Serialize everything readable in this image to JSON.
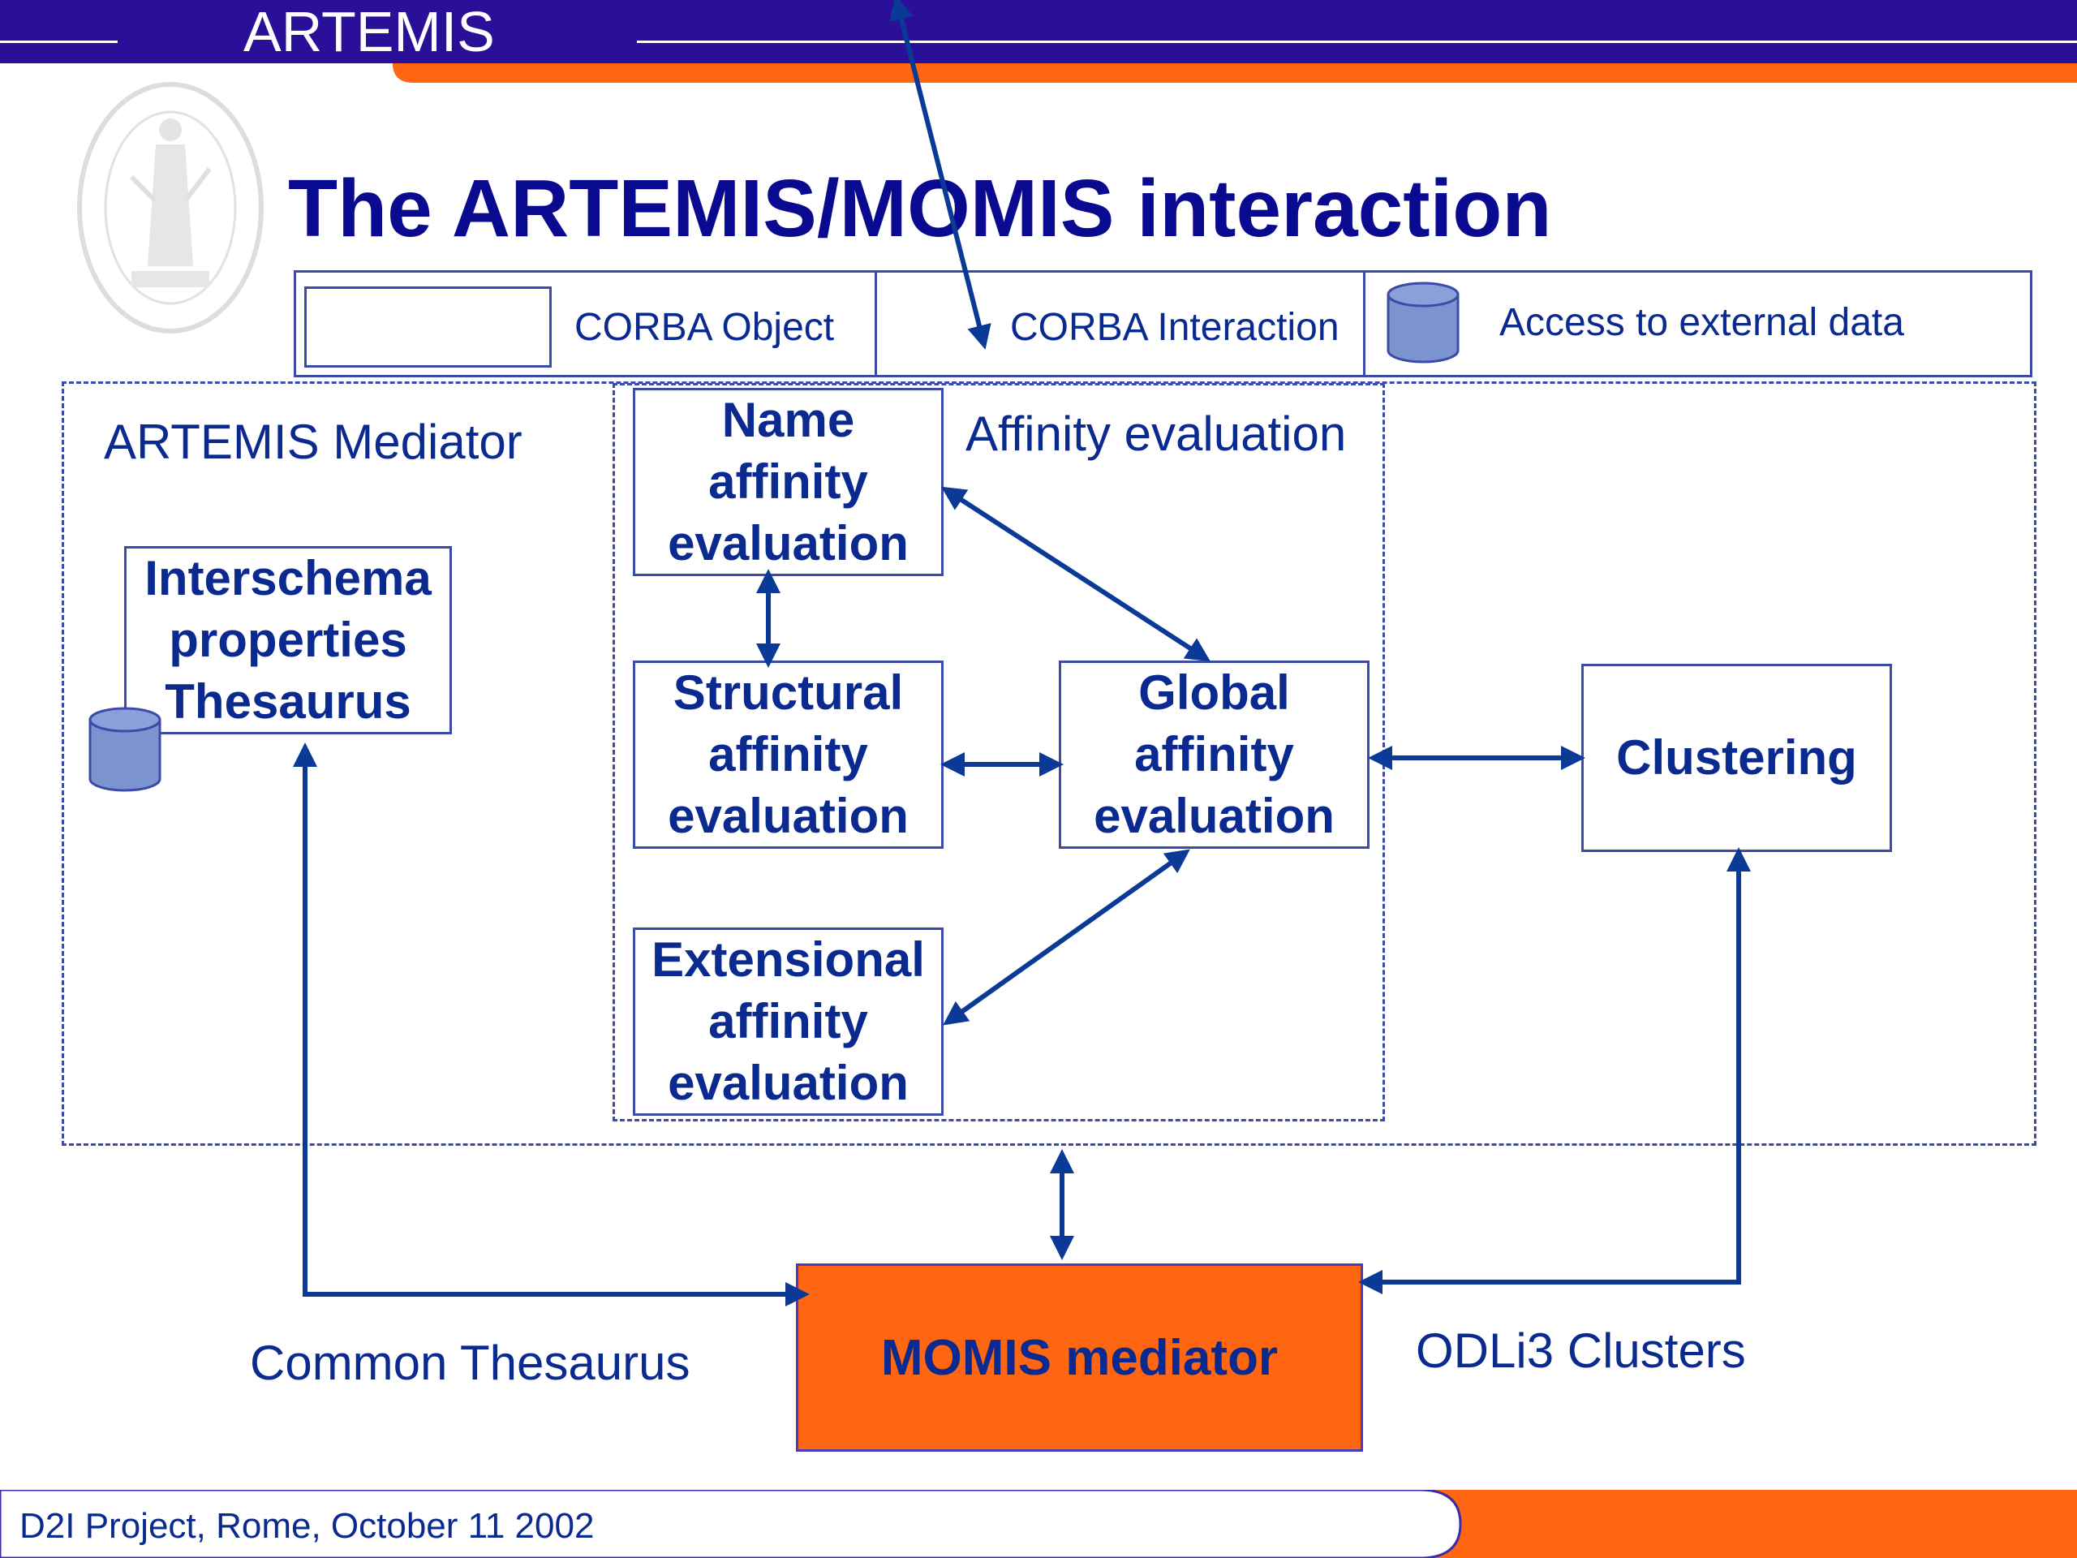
{
  "header": {
    "brand": "ARTEMIS"
  },
  "slide": {
    "title": "The ARTEMIS/MOMIS interaction"
  },
  "legend": {
    "object_label": "CORBA Object",
    "interaction_label": "CORBA Interaction",
    "external_label": "Access to external data"
  },
  "diagram": {
    "artemis_label": "ARTEMIS Mediator",
    "affinity_label": "Affinity evaluation",
    "thesaurus_box": "Interschema\nproperties\nThesaurus",
    "name_box": "Name\naffinity\nevaluation",
    "structural_box": "Structural\naffinity\nevaluation",
    "extensional_box": "Extensional\naffinity\nevaluation",
    "global_box": "Global\naffinity\nevaluation",
    "clustering_box": "Clustering",
    "momis_box": "MOMIS mediator",
    "common_thesaurus_label": "Common Thesaurus",
    "odli3_label": "ODLi3 Clusters"
  },
  "footer": {
    "text": "D2I Project, Rome, October 11 2002"
  },
  "colors": {
    "header_bar": "#2a0f99",
    "accent_orange": "#ff6611",
    "text_blue": "#0b2a8f",
    "title_blue": "#0a0a91"
  }
}
